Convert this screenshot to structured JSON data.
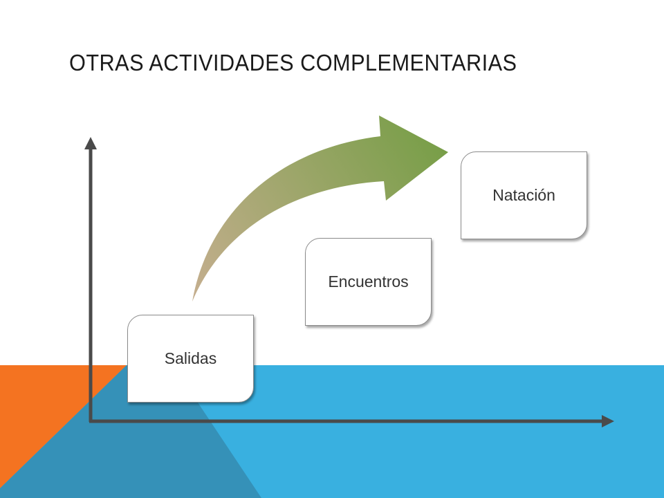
{
  "slide": {
    "title": "OTRAS ACTIVIDADES COMPLEMENTARIAS"
  },
  "steps": [
    {
      "label": "Salidas"
    },
    {
      "label": "Encuentros"
    },
    {
      "label": "Natación"
    }
  ],
  "colors": {
    "orange": "#F47321",
    "blue": "#39B0E0",
    "blue_dark": "#3591B8",
    "arrow_start": "#C4AE8E",
    "arrow_end": "#779E47",
    "axis": "#4A4A4A"
  }
}
